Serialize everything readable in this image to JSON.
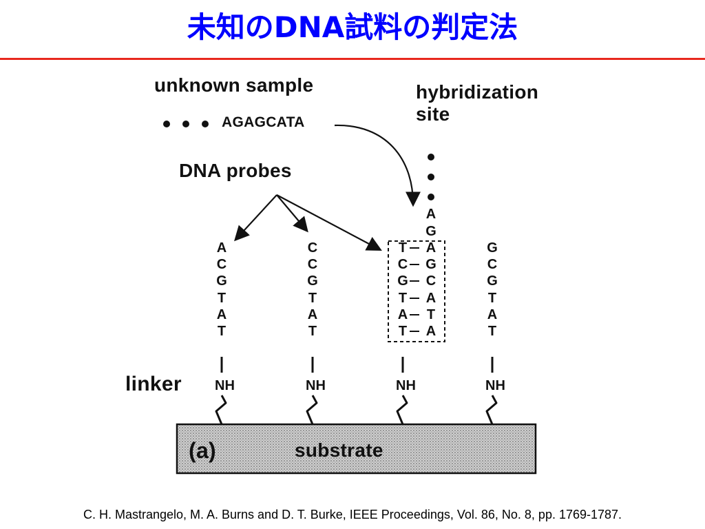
{
  "slide": {
    "title": "未知のDNA試料の判定法",
    "citation": "C. H. Mastrangelo, M. A. Burns and D. T. Burke, IEEE Proceedings, Vol. 86, No. 8, pp. 1769-1787."
  },
  "figure": {
    "unknown_sample_label": "unknown sample",
    "sample_sequence": "AGAGCATA",
    "hybridization_label_line1": "hybridization",
    "hybridization_label_line2": "site",
    "probes_label": "DNA probes",
    "linker_label": "linker",
    "panel_label": "(a)",
    "substrate_label": "substrate",
    "nh_label": "NH",
    "probe1_bases": [
      "A",
      "C",
      "G",
      "T",
      "A",
      "T"
    ],
    "probe2_bases": [
      "C",
      "C",
      "G",
      "T",
      "A",
      "T"
    ],
    "probe3_bases": [
      "T",
      "C",
      "G",
      "T",
      "A",
      "T"
    ],
    "probe4_bases": [
      "G",
      "C",
      "G",
      "T",
      "A",
      "T"
    ],
    "hybrid_strand_bases": [
      "A",
      "G",
      "A",
      "G",
      "C",
      "A",
      "T",
      "A"
    ],
    "colors": {
      "title": "#0000ff",
      "rule": "#e8281e",
      "ink": "#111111"
    }
  }
}
